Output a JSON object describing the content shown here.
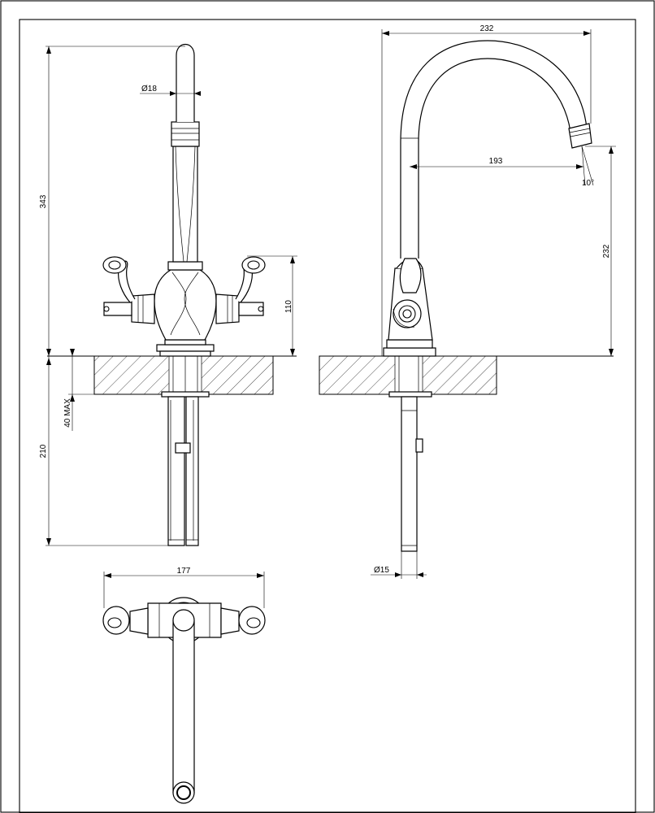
{
  "drawing": {
    "dimensions": {
      "height_total": "343",
      "spout_diameter": "Ø18",
      "handle_height": "110",
      "below_deck": "210",
      "deck_max": "40 MAX",
      "spout_reach_outer": "232",
      "spout_reach_inner": "193",
      "spout_height": "232",
      "spout_angle": "10°",
      "tail_diameter": "Ø15",
      "plan_width": "177"
    }
  }
}
